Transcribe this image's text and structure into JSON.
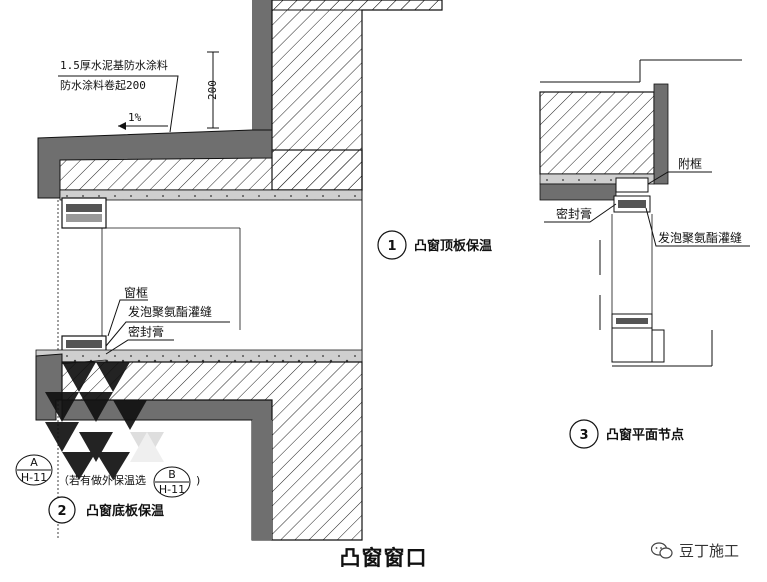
{
  "diagram": {
    "top_left_labels": {
      "coating_line1": "1.5厚水泥基防水涂料",
      "coating_line2": "防水涂料卷起200",
      "dimension": "200",
      "slope": "1%"
    },
    "middle_labels": {
      "window_frame": "窗框",
      "foam_joint": "发泡聚氨酯灌缝",
      "sealant": "密封膏"
    },
    "node1": {
      "number": "1",
      "title": "凸窗顶板保温"
    },
    "node2": {
      "number": "2",
      "title": "凸窗底板保温"
    },
    "node3": {
      "number": "3",
      "title": "凸窗平面节点"
    },
    "right_labels": {
      "sub_frame": "附框",
      "sealant": "密封膏",
      "foam_joint": "发泡聚氨酯灌缝"
    },
    "ref_A": {
      "letter": "A",
      "code": "H-11"
    },
    "ref_B": {
      "letter": "B",
      "code": "H-11"
    },
    "ref_note": "（若有做外保温选",
    "ref_close": ")"
  },
  "caption": "凸窗窗口",
  "brand": "豆丁施工",
  "colors": {
    "ink": "#111111",
    "gray_fill": "#7a7a7a",
    "hatch": "#222222"
  }
}
